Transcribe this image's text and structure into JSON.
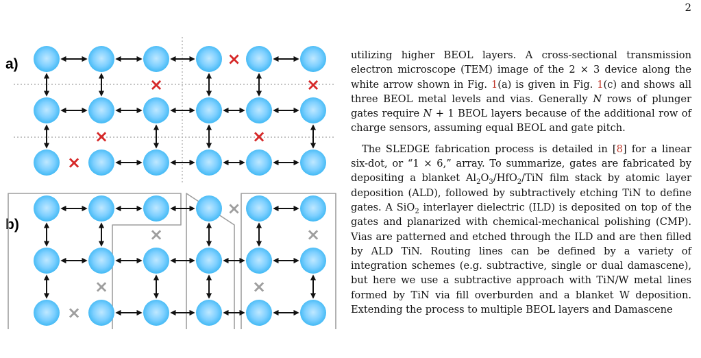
{
  "page_number": "2",
  "figure": {
    "panel_a_label": "a)",
    "panel_b_label": "b)",
    "rows": 3,
    "columns": 6,
    "colors": {
      "dot_center": "#bfe8ff",
      "dot_edge": "#3ab6f3",
      "arrow": "#111111",
      "cross_active": "#d62828",
      "cross_inactive": "#9e9e9e",
      "grid_line": "#b0b0b0",
      "routing_outline": "#9e9e9e"
    },
    "panel_a": {
      "h_links": [
        "arrow",
        "arrow",
        "arrow",
        "cross",
        "arrow",
        "arrow",
        "arrow",
        "arrow",
        "arrow",
        "arrow",
        "cross",
        "arrow",
        "arrow",
        "arrow",
        "arrow"
      ],
      "v_links": [
        "arrow",
        "arrow",
        "cross",
        "arrow",
        "arrow",
        "cross",
        "arrow",
        "cross",
        "arrow",
        "arrow",
        "cross",
        "arrow"
      ]
    },
    "panel_b": {
      "h_links": [
        "arrow",
        "arrow",
        "arrow",
        "cross",
        "arrow",
        "arrow",
        "arrow",
        "arrow",
        "arrow",
        "arrow",
        "cross",
        "arrow",
        "arrow",
        "arrow",
        "arrow"
      ],
      "v_links": [
        "arrow",
        "arrow",
        "cross",
        "arrow",
        "arrow",
        "cross",
        "arrow",
        "cross",
        "arrow",
        "arrow",
        "cross",
        "arrow"
      ]
    },
    "cross_glyph": "×"
  },
  "text": {
    "p1": {
      "s1": "utilizing higher BEOL layers. A cross-sectional transmission electron microscope (TEM) image of the 2 × 3 device along the white arrow shown in Fig. ",
      "r1": "1",
      "s2": "(a) is given in Fig. ",
      "r2": "1",
      "s3": "(c) and shows all three BEOL metal levels and vias. Generally ",
      "v1": "N",
      "s4": " rows of plunger gates require ",
      "v2": "N",
      "s5": " + 1 BEOL layers because of the additional row of charge sensors, assuming equal BEOL and gate pitch."
    },
    "p2": {
      "s1": "The SLEDGE fabrication process is detailed in [",
      "r1": "8",
      "s2": "] for a linear six-dot, or “1 × 6,” array. To summarize, gates are fabricated by depositing a blanket Al",
      "sub1": "2",
      "s3": "O",
      "sub2": "3",
      "s4": "/HfO",
      "sub3": "2",
      "s5": "/TiN film stack by atomic layer deposition (ALD), followed by subtractively etching TiN to define gates. A SiO",
      "sub4": "2",
      "s6": " interlayer dielectric (ILD) is deposited on top of the gates and planarized with chemical-mechanical polishing (CMP). Vias are patterned and etched through the ILD and are then filled by ALD TiN. Routing lines can be defined by a variety of integration schemes (e.g. subtractive, single or dual damascene), but here we use a subtractive approach with TiN/W metal lines formed by TiN via fill overburden and a blanket W deposition. Extending the process to multiple BEOL layers and Damascene"
    }
  }
}
